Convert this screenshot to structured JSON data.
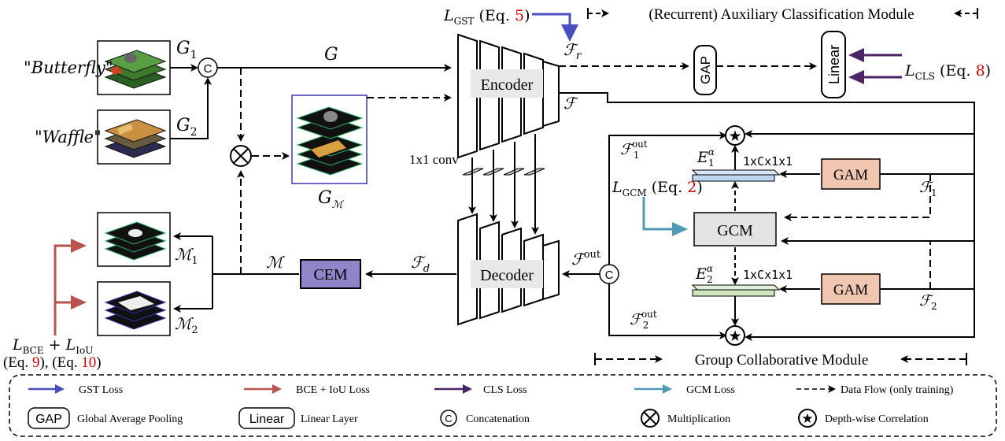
{
  "colors": {
    "gst": "#4a4fbf",
    "bce": "#b85450",
    "cls": "#4b2466",
    "gcm_loss": "#4f9bb5",
    "cem_fill": "#8f85c9",
    "gam_fill": "#f0c6b0",
    "gcm_fill": "#e3e3e3",
    "e1_fill": "#bcd6ef",
    "e2_fill": "#cfe6bf",
    "img_border": "#3a3ab0",
    "eq_ref": "#d00000"
  },
  "inputs": {
    "butterfly": "\"Butterfly\"",
    "waffle": "\"Waffle\"",
    "g1": "G",
    "g1_sub": "1",
    "g2": "G",
    "g2_sub": "2",
    "g": "G",
    "gm": "G",
    "gm_sub": "ℳ",
    "concat": "C"
  },
  "top": {
    "lgst": "L",
    "lgst_sub": "GST",
    "lgst_eq_open": " (Eq. ",
    "lgst_eq_num": "5",
    "lgst_eq_close": ")",
    "aux_title": "(Recurrent) Auxiliary Classification Module",
    "fr": "ℱ",
    "fr_sub": "r",
    "gap": "GAP",
    "linear": "Linear",
    "lcls": "L",
    "lcls_sub": "CLS",
    "lcls_eq_open": " (Eq. ",
    "lcls_eq_num": "8",
    "lcls_eq_close": ")"
  },
  "net": {
    "encoder": "Encoder",
    "decoder": "Decoder",
    "f": "ℱ",
    "conv": "1x1 conv",
    "cem": "CEM",
    "fd": "ℱ",
    "fd_sub": "d",
    "m": "ℳ",
    "fout": "ℱ",
    "fout_sup": "out",
    "m1": "ℳ",
    "m1_sub": "1",
    "m2": "ℳ",
    "m2_sub": "2"
  },
  "gcm": {
    "f1out": "ℱ",
    "f1out_sub": "1",
    "f1out_sup": "out",
    "f2out": "ℱ",
    "f2out_sub": "2",
    "f2out_sup": "out",
    "e1": "E",
    "e1_sub": "1",
    "e1_sup": "α",
    "e2": "E",
    "e2_sub": "2",
    "e2_sup": "α",
    "dim1": "1xCx1x1",
    "dim2": "1xCx1x1",
    "lgcm": "L",
    "lgcm_sub": "GCM",
    "lgcm_eq_open": " (Eq. ",
    "lgcm_eq_num": "2",
    "lgcm_eq_close": ")",
    "gcm": "GCM",
    "gam1": "GAM",
    "gam2": "GAM",
    "f1": "ℱ",
    "f1_sub": "1",
    "f2": "ℱ",
    "f2_sub": "2",
    "title": "Group Collaborative Module"
  },
  "loss": {
    "lbce": "L",
    "lbce_sub": "BCE",
    "plus": " + ",
    "liou": "L",
    "liou_sub": "IoU",
    "eq_a_open": "(Eq. ",
    "eq_a_num": "9",
    "eq_a_close": "), ",
    "eq_b_open": "(Eq. ",
    "eq_b_num": "10",
    "eq_b_close": ")"
  },
  "legend": {
    "gst": "GST Loss",
    "bce": "BCE + IoU Loss",
    "cls": "CLS Loss",
    "gcm": "GCM Loss",
    "flow": "Data Flow (only training)",
    "gap_box": "GAP",
    "gap_text": "Global Average Pooling",
    "linear_box": "Linear",
    "linear_text": "Linear Layer",
    "concat_sym": "C",
    "concat_text": "Concatenation",
    "mult_text": "Multiplication",
    "corr_text": "Depth-wise Correlation"
  }
}
